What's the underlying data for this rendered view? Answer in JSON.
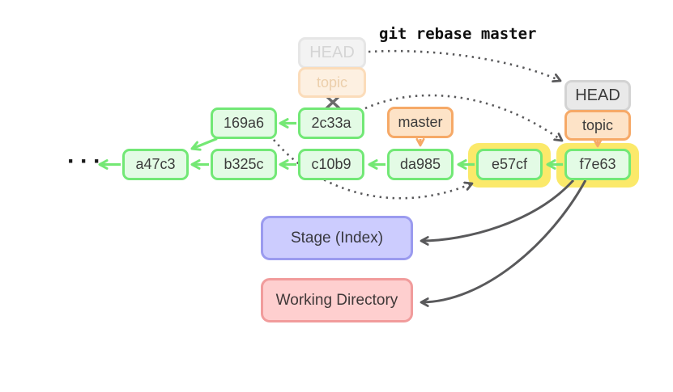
{
  "command_label": "git rebase master",
  "ellipsis": "···",
  "commits": {
    "n169a6": {
      "label": "169a6"
    },
    "n2c33a": {
      "label": "2c33a"
    },
    "na47c3": {
      "label": "a47c3"
    },
    "nb325c": {
      "label": "b325c"
    },
    "nc10b9": {
      "label": "c10b9"
    },
    "nda985": {
      "label": "da985"
    },
    "ne57cf": {
      "label": "e57cf",
      "highlighted": true
    },
    "nf7e63": {
      "label": "f7e63",
      "highlighted": true
    }
  },
  "refs": {
    "old_head": {
      "label": "HEAD",
      "state": "faded"
    },
    "old_topic": {
      "label": "topic",
      "state": "faded"
    },
    "master": {
      "label": "master"
    },
    "new_head": {
      "label": "HEAD"
    },
    "new_topic": {
      "label": "topic"
    }
  },
  "zones": {
    "stage": {
      "label": "Stage (Index)"
    },
    "working": {
      "label": "Working Directory"
    }
  },
  "colors": {
    "commit_fill": "#e3fbe5",
    "commit_border": "#72e876",
    "arrow_green": "#74e874",
    "ref_orange_fill": "#fde3c7",
    "ref_orange_border": "#f6a967",
    "head_fill": "#e9e9e9",
    "head_border": "#d3d3d3",
    "highlight_yellow": "#fbe96a",
    "stage_fill": "#ccccfe",
    "stage_border": "#9b9bef",
    "working_fill": "#fecfcf",
    "working_border": "#f19c9c",
    "arrow_dark": "#59595b"
  }
}
